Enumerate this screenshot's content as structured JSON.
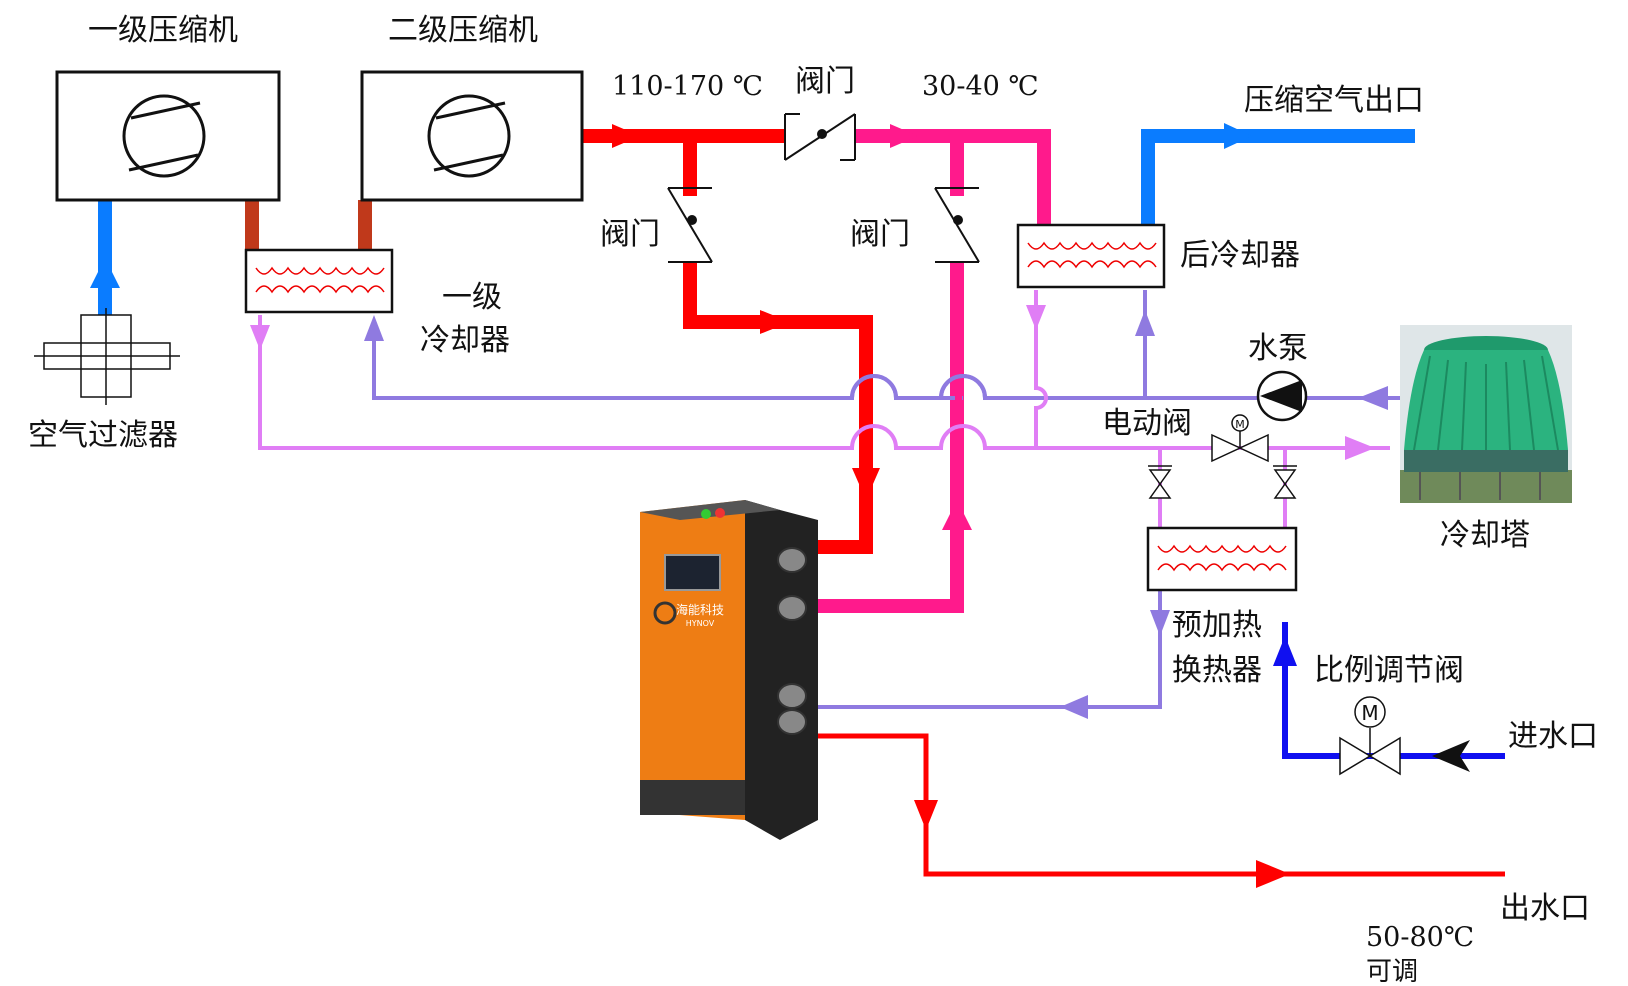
{
  "labels": {
    "compressor1": "一级压缩机",
    "compressor2": "二级压缩机",
    "temp_high": "110-170 ℃",
    "valve_top": "阀门",
    "temp_mid": "30-40 ℃",
    "air_outlet": "压缩空气出口",
    "valve_left": "阀门",
    "valve_right": "阀门",
    "aftercooler": "后冷却器",
    "cooler1_line1": "一级",
    "cooler1_line2": "冷却器",
    "pump": "水泵",
    "air_filter": "空气过滤器",
    "motor_valve": "电动阀",
    "cooling_tower": "冷却塔",
    "preheat_line1": "预加热",
    "preheat_line2": "换热器",
    "prop_valve": "比例调节阀",
    "water_in": "进水口",
    "water_out": "出水口",
    "out_temp": "50-80℃",
    "out_adjust": "可调",
    "motor_symbol": "M",
    "brand": "海能科技",
    "brand_sub": "HYNOV"
  },
  "colors": {
    "hot_red": "#ff0000",
    "warm_pink": "#ff1a8c",
    "air_blue": "#0a7cff",
    "dark_red": "#c0391b",
    "cool_purple": "#8f7ae0",
    "light_violet": "#e07ef5",
    "inlet_blue": "#1010f0",
    "machine_orange": "#ee7d14",
    "tower_green": "#2bb37f"
  }
}
